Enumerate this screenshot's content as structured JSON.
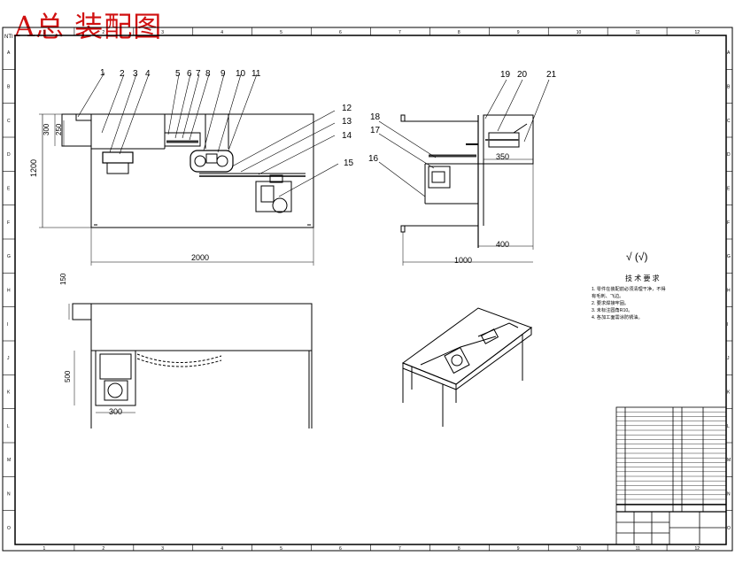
{
  "title": "A总 装配图",
  "frame_mark": "NTI",
  "border_numbers": {
    "top": [
      "1",
      "2",
      "3",
      "4",
      "5",
      "6",
      "7",
      "8",
      "9",
      "10",
      "11",
      "12"
    ],
    "left": [
      "A",
      "B",
      "C",
      "D",
      "E",
      "F",
      "G",
      "H",
      "I",
      "J",
      "K",
      "L",
      "M",
      "N",
      "O"
    ]
  },
  "part_labels": [
    "1",
    "2",
    "3",
    "4",
    "5",
    "6",
    "7",
    "8",
    "9",
    "10",
    "11",
    "12",
    "13",
    "14",
    "15",
    "16",
    "17",
    "18",
    "19",
    "20",
    "21"
  ],
  "dimensions": {
    "front_300": "300",
    "front_250": "250",
    "front_1200": "1200",
    "front_2000": "2000",
    "side_350": "350",
    "side_400": "400",
    "side_1000": "1000",
    "top_150": "150",
    "top_500": "500",
    "top_300": "300"
  },
  "roughness": "√ (√)",
  "tech_title": "技 术 要 求",
  "tech_notes": [
    "1. 零件在装配前必须清理干净，不得",
    "   有毛刺、飞边。",
    "2. 要求焊接牢固。",
    "3. 未标注圆角R10。",
    "4. 各加工面需涂防锈油。"
  ],
  "colors": {
    "title": "#d01010",
    "line": "#000000",
    "hatch": "#555555"
  }
}
